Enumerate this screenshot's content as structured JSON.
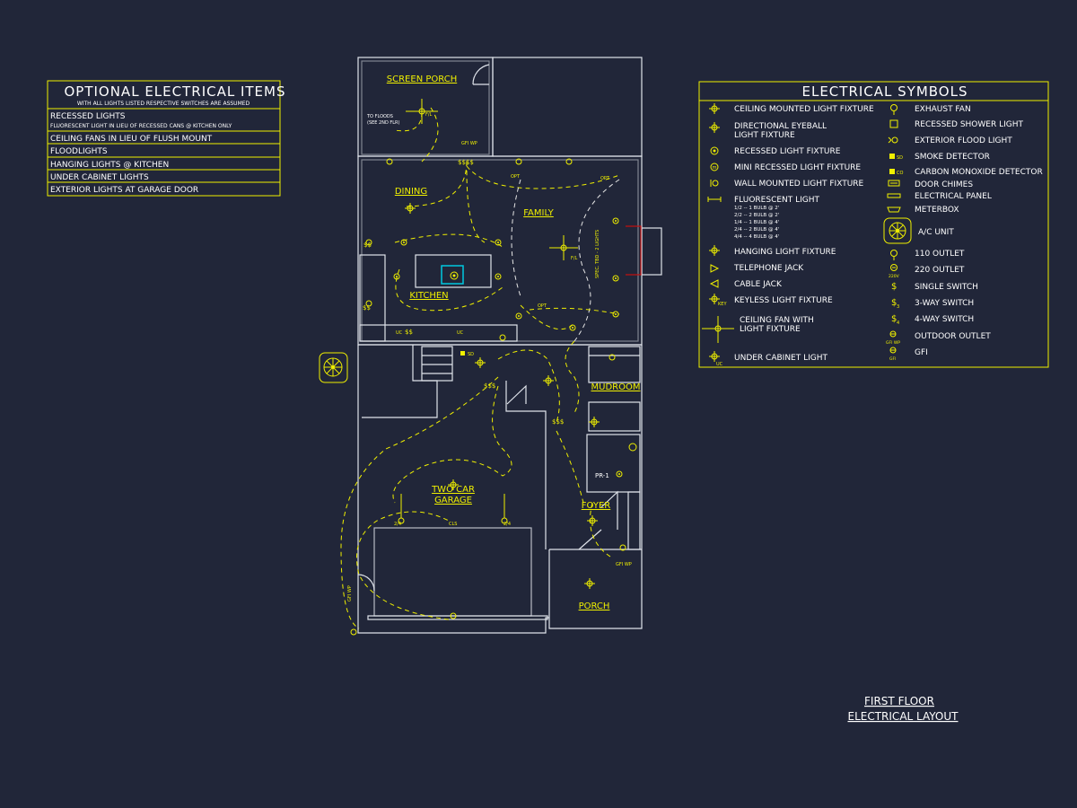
{
  "optional_items": {
    "title": "OPTIONAL ELECTRICAL ITEMS",
    "subtitle": "WITH ALL LIGHTS LISTED RESPECTIVE SWITCHES ARE ASSUMED",
    "rows": [
      {
        "text": "RECESSED LIGHTS",
        "sub": "FLUORESCENT LIGHT IN LIEU OF RECESSED CANS @ KITCHEN ONLY"
      },
      {
        "text": "CEILING FANS IN LIEU OF FLUSH MOUNT"
      },
      {
        "text": "FLOODLIGHTS"
      },
      {
        "text": "HANGING LIGHTS @ KITCHEN"
      },
      {
        "text": "UNDER CABINET LIGHTS"
      },
      {
        "text": "EXTERIOR LIGHTS AT GARAGE DOOR"
      }
    ]
  },
  "symbols": {
    "title": "ELECTRICAL SYMBOLS",
    "left": [
      {
        "icon": "ceiling-light-icon",
        "label": "CEILING MOUNTED LIGHT FIXTURE"
      },
      {
        "icon": "eyeball-light-icon",
        "label": "DIRECTIONAL EYEBALL",
        "label2": "LIGHT FIXTURE"
      },
      {
        "icon": "recessed-light-icon",
        "label": "RECESSED LIGHT FIXTURE"
      },
      {
        "icon": "mini-recessed-icon",
        "label": "MINI RECESSED LIGHT FIXTURE"
      },
      {
        "icon": "wall-light-icon",
        "label": "WALL MOUNTED LIGHT FIXTURE"
      },
      {
        "icon": "fluorescent-icon",
        "label": "FLUORESCENT LIGHT"
      },
      {
        "icon": "hanging-light-icon",
        "label": "HANGING LIGHT FIXTURE"
      },
      {
        "icon": "telephone-jack-icon",
        "label": "TELEPHONE JACK"
      },
      {
        "icon": "cable-jack-icon",
        "label": "CABLE JACK"
      },
      {
        "icon": "keyless-light-icon",
        "label": "KEYLESS LIGHT FIXTURE"
      },
      {
        "icon": "ceiling-fan-icon",
        "label": "CEILING FAN WITH",
        "label2": "LIGHT FIXTURE"
      },
      {
        "icon": "under-cabinet-icon",
        "label": "UNDER CABINET LIGHT"
      }
    ],
    "fluorescent_notes": [
      "1/2 -- 1 BULB @ 2'",
      "2/2 -- 2 BULB @ 2'",
      "1/4 -- 1 BULB @ 4'",
      "2/4 -- 2 BULB @ 4'",
      "4/4 -- 4 BULB @ 4'"
    ],
    "right": [
      {
        "icon": "exhaust-fan-icon",
        "label": "EXHAUST FAN"
      },
      {
        "icon": "shower-light-icon",
        "label": "RECESSED SHOWER LIGHT"
      },
      {
        "icon": "flood-light-icon",
        "label": "EXTERIOR FLOOD LIGHT"
      },
      {
        "icon": "smoke-detector-icon",
        "label": "SMOKE DETECTOR"
      },
      {
        "icon": "co-detector-icon",
        "label": "CARBON MONOXIDE DETECTOR"
      },
      {
        "icon": "door-chimes-icon",
        "label": "DOOR CHIMES"
      },
      {
        "icon": "electrical-panel-icon",
        "label": "ELECTRICAL PANEL"
      },
      {
        "icon": "meterbox-icon",
        "label": "METERBOX"
      },
      {
        "icon": "ac-unit-icon",
        "label": "A/C UNIT"
      },
      {
        "icon": "outlet-110-icon",
        "label": "110 OUTLET"
      },
      {
        "icon": "outlet-220-icon",
        "label": "220 OUTLET"
      },
      {
        "icon": "single-switch-icon",
        "label": "SINGLE SWITCH"
      },
      {
        "icon": "three-way-switch-icon",
        "label": "3-WAY SWITCH"
      },
      {
        "icon": "four-way-switch-icon",
        "label": "4-WAY SWITCH"
      },
      {
        "icon": "outdoor-outlet-icon",
        "label": "OUTDOOR OUTLET"
      },
      {
        "icon": "gfi-icon",
        "label": "GFI"
      }
    ],
    "abbrevs": {
      "sd": "SD",
      "co": "CO",
      "v220": "220V",
      "wp": "GFI WP"
    }
  },
  "rooms": {
    "screen_porch": "SCREEN PORCH",
    "dining": "DINING",
    "family": "FAMILY",
    "kitchen": "KITCHEN",
    "mudroom": "MUDROOM",
    "garage_1": "TWO CAR",
    "garage_2": "GARAGE",
    "foyer": "FOYER",
    "porch": "PORCH",
    "pr": "PR-1"
  },
  "plan_notes": {
    "to_floods_1": "TO FLOODS",
    "to_floods_2": "(SEE 2ND FLR)",
    "gfi_wp": "GFI WP",
    "opt": "OPT",
    "fl": "F/L",
    "spec": "SPEC. TBD - 2 LIGHTS",
    "uc": "UC",
    "cls": "CLS",
    "two_four": "2/4",
    "sd": "SD"
  },
  "caption": {
    "line1": "FIRST FLOOR",
    "line2": "ELECTRICAL LAYOUT"
  }
}
